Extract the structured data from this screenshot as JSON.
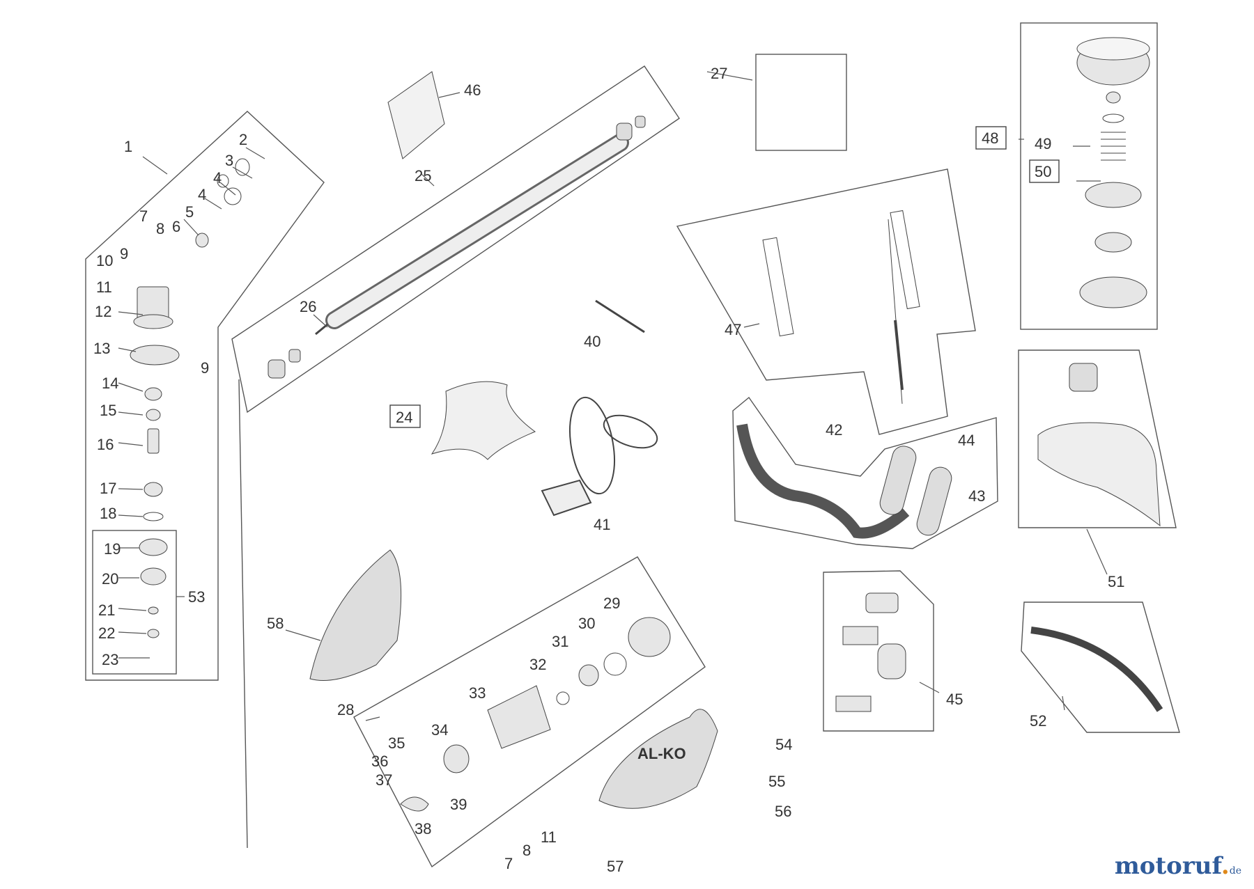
{
  "diagram": {
    "callouts": [
      "1",
      "2",
      "3",
      "4",
      "4",
      "5",
      "6",
      "7",
      "8",
      "9",
      "10",
      "11",
      "12",
      "13",
      "9",
      "14",
      "15",
      "16",
      "17",
      "18",
      "19",
      "20",
      "21",
      "22",
      "23",
      "53",
      "25",
      "46",
      "26",
      "24",
      "40",
      "41",
      "27",
      "47",
      "42",
      "44",
      "43",
      "48",
      "49",
      "50",
      "51",
      "52",
      "45",
      "58",
      "28",
      "29",
      "30",
      "31",
      "32",
      "33",
      "34",
      "35",
      "36",
      "37",
      "38",
      "39",
      "11",
      "8",
      "7",
      "54",
      "55",
      "56",
      "57"
    ],
    "boxed_callouts": [
      "24",
      "48",
      "50"
    ]
  },
  "watermark": {
    "brand_main": "motoruf",
    "brand_dot": ".",
    "brand_tld": "de"
  }
}
